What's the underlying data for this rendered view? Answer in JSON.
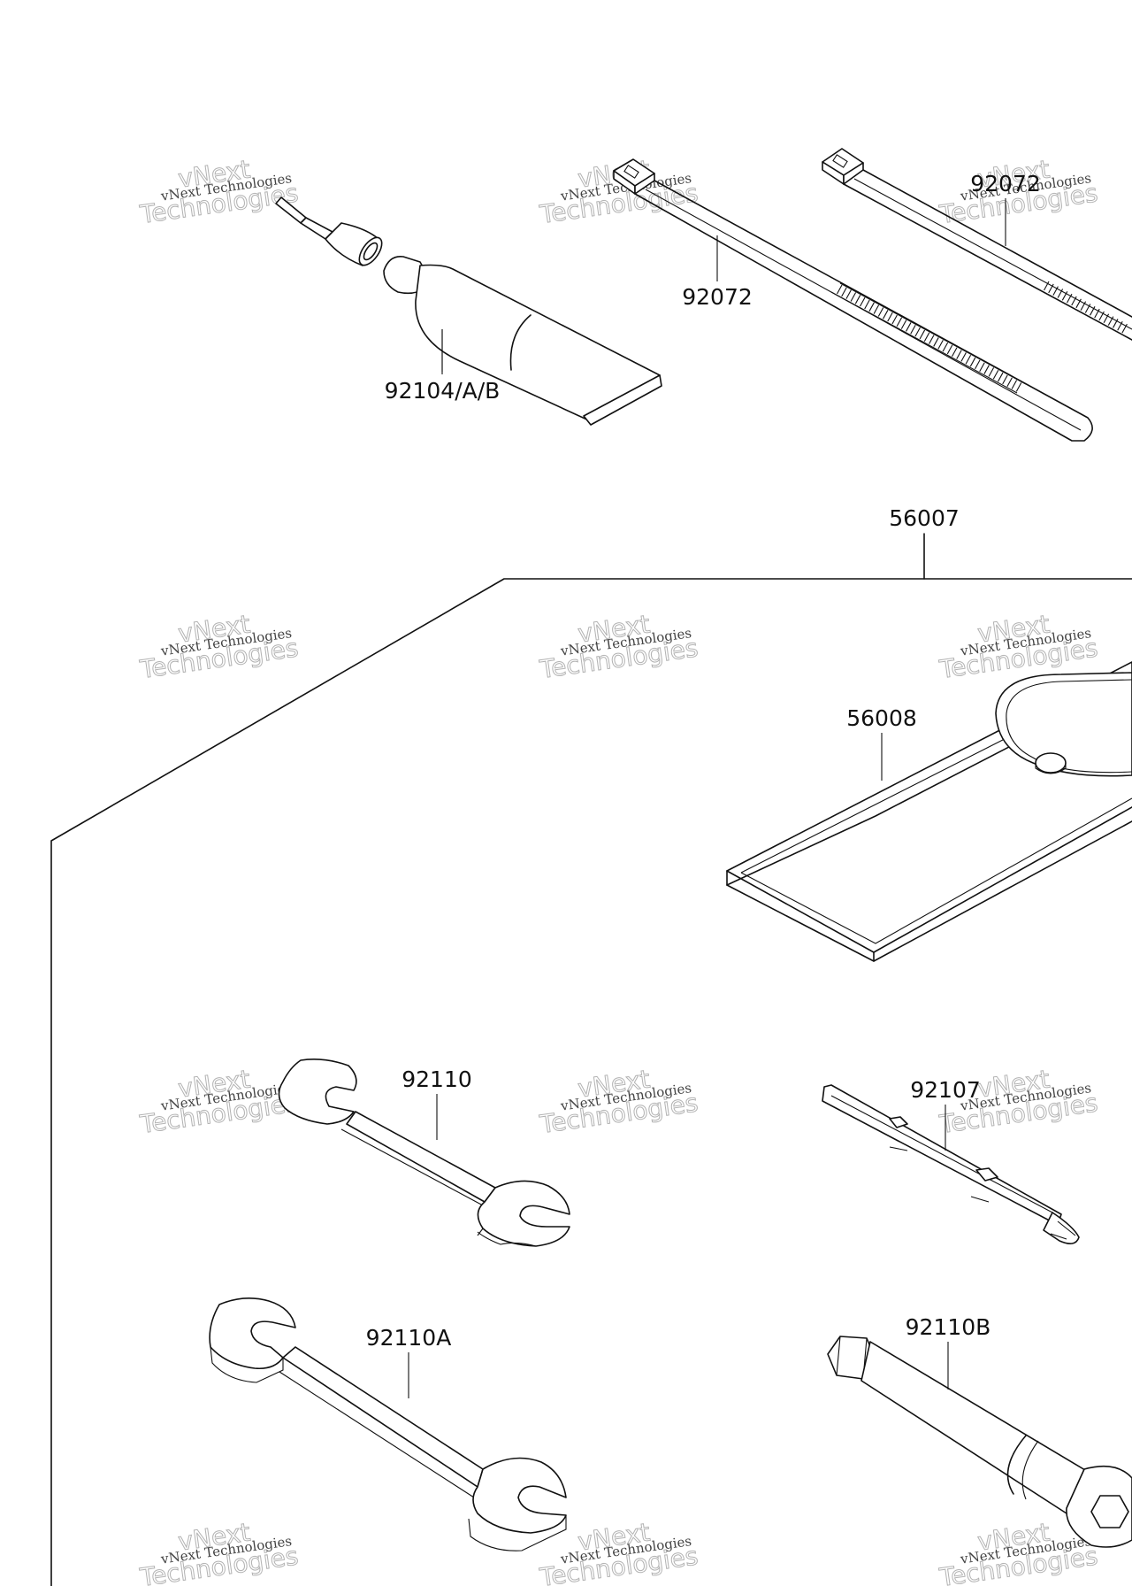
{
  "parts": [
    {
      "id": "p92104",
      "label": "92104/A/B"
    },
    {
      "id": "p92072a",
      "label": "92072"
    },
    {
      "id": "p92072b",
      "label": "92072"
    },
    {
      "id": "p56007",
      "label": "56007"
    },
    {
      "id": "p56008",
      "label": "56008"
    },
    {
      "id": "p92110",
      "label": "92110"
    },
    {
      "id": "p92107",
      "label": "92107"
    },
    {
      "id": "p92110a",
      "label": "92110A"
    },
    {
      "id": "p92110b",
      "label": "92110B"
    }
  ],
  "watermark": {
    "line1": "vNext",
    "line2": "vNext Technologies",
    "line3": "Technologies"
  }
}
